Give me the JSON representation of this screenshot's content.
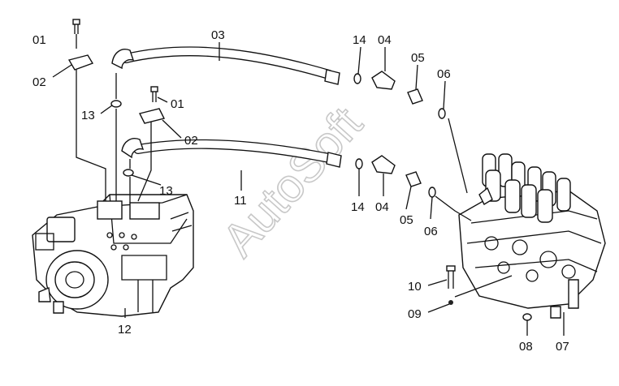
{
  "watermark": "AutoSoft",
  "callouts": [
    {
      "id": "c01a",
      "label": "01"
    },
    {
      "id": "c02a",
      "label": "02"
    },
    {
      "id": "c03",
      "label": "03"
    },
    {
      "id": "c14a",
      "label": "14"
    },
    {
      "id": "c04a",
      "label": "04"
    },
    {
      "id": "c05a",
      "label": "05"
    },
    {
      "id": "c06a",
      "label": "06"
    },
    {
      "id": "c13a",
      "label": "13"
    },
    {
      "id": "c01b",
      "label": "01"
    },
    {
      "id": "c02b",
      "label": "02"
    },
    {
      "id": "c13b",
      "label": "13"
    },
    {
      "id": "c11",
      "label": "11"
    },
    {
      "id": "c14b",
      "label": "14"
    },
    {
      "id": "c04b",
      "label": "04"
    },
    {
      "id": "c05b",
      "label": "05"
    },
    {
      "id": "c06b",
      "label": "06"
    },
    {
      "id": "c10",
      "label": "10"
    },
    {
      "id": "c09",
      "label": "09"
    },
    {
      "id": "c12",
      "label": "12"
    },
    {
      "id": "c08",
      "label": "08"
    },
    {
      "id": "c07",
      "label": "07"
    }
  ]
}
